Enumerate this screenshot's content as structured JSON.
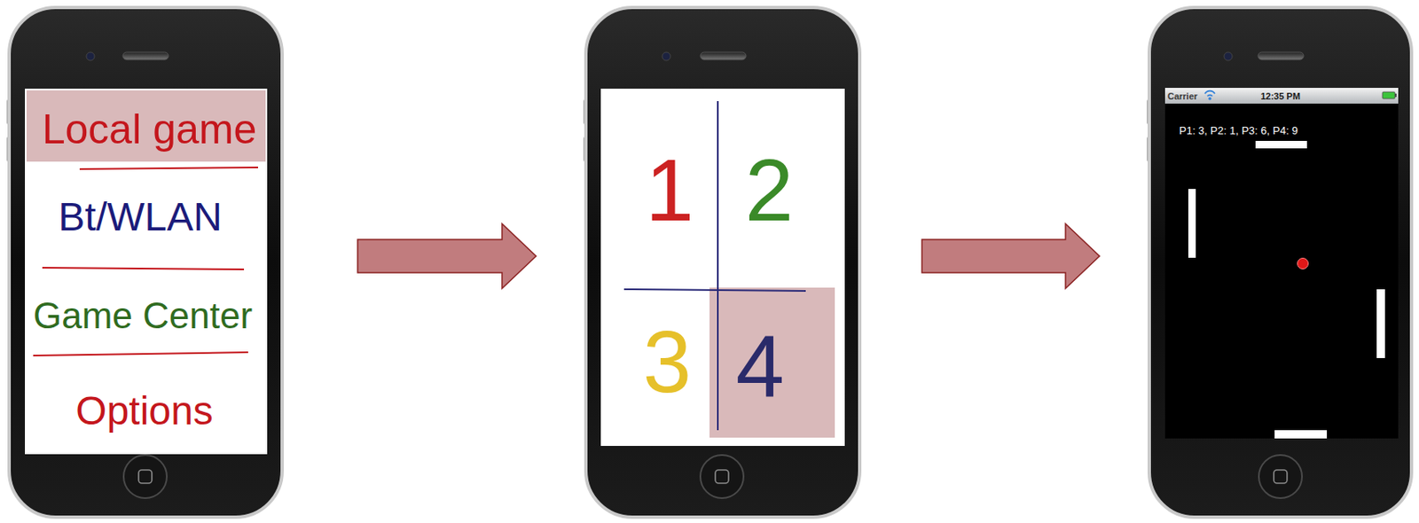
{
  "diagram": {
    "nodes": [
      {
        "text": [
          "Local game",
          "Bt/WLAN",
          "Game Center",
          "Options"
        ]
      },
      {
        "text": [
          "1",
          "2",
          "3",
          "4"
        ]
      },
      {
        "text": [
          "Carrier",
          "12:35 PM",
          "P1: 3, P2: 1, P3: 6, P4: 9"
        ]
      }
    ],
    "edges": [
      {
        "from": 0,
        "to": 1,
        "arrow": "to"
      },
      {
        "from": 1,
        "to": 2,
        "arrow": "to"
      }
    ]
  }
}
